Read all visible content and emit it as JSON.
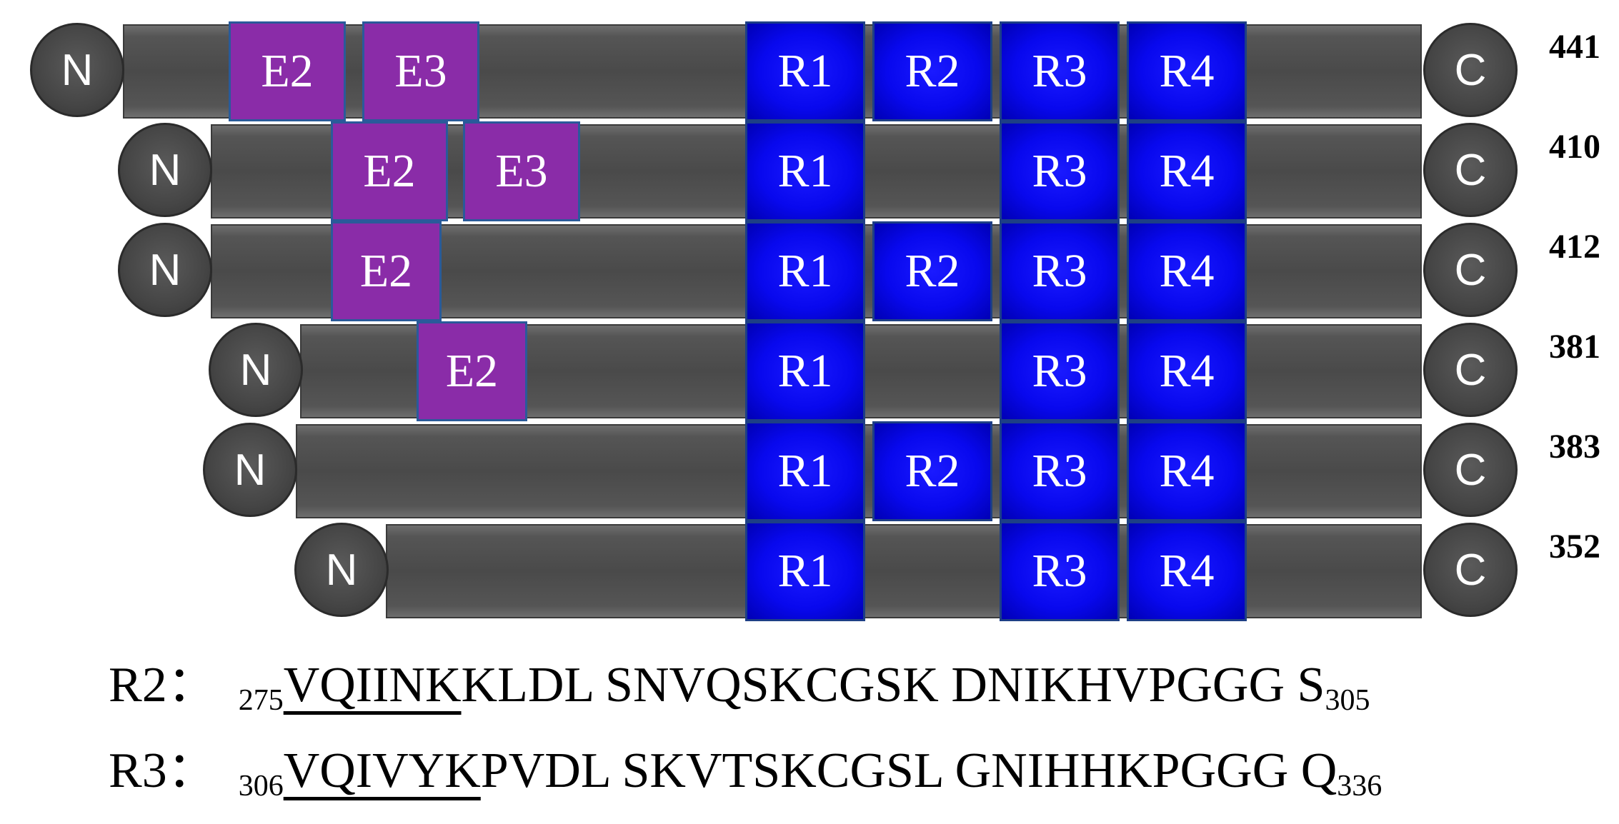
{
  "n_label": "N",
  "c_label": "C",
  "isoforms": [
    {
      "length": "441",
      "domains": [
        "E2",
        "E3",
        "R1",
        "R2",
        "R3",
        "R4"
      ]
    },
    {
      "length": "410",
      "domains": [
        "E2",
        "E3",
        "R1",
        "R3",
        "R4"
      ]
    },
    {
      "length": "412",
      "domains": [
        "E2",
        "R1",
        "R2",
        "R3",
        "R4"
      ]
    },
    {
      "length": "381",
      "domains": [
        "E2",
        "R1",
        "R3",
        "R4"
      ]
    },
    {
      "length": "383",
      "domains": [
        "R1",
        "R2",
        "R3",
        "R4"
      ]
    },
    {
      "length": "352",
      "domains": [
        "R1",
        "R3",
        "R4"
      ]
    }
  ],
  "sequences": [
    {
      "label": "R2：",
      "start": "275",
      "motif": "VQIINK",
      "rest": "KLDL SNVQSKCGSK DNIKHVPGGG S",
      "end": "305"
    },
    {
      "label": "R3：",
      "start": "306",
      "motif": "VQIVYK",
      "rest": "PVDL SKVTSKCGSL GNIHHKPGGG Q",
      "end": "336"
    }
  ],
  "colors": {
    "exon_domain": "#8a2ca8",
    "repeat_domain": "#0808ee",
    "bar": "#4a4a4a",
    "cap": "#454545"
  }
}
